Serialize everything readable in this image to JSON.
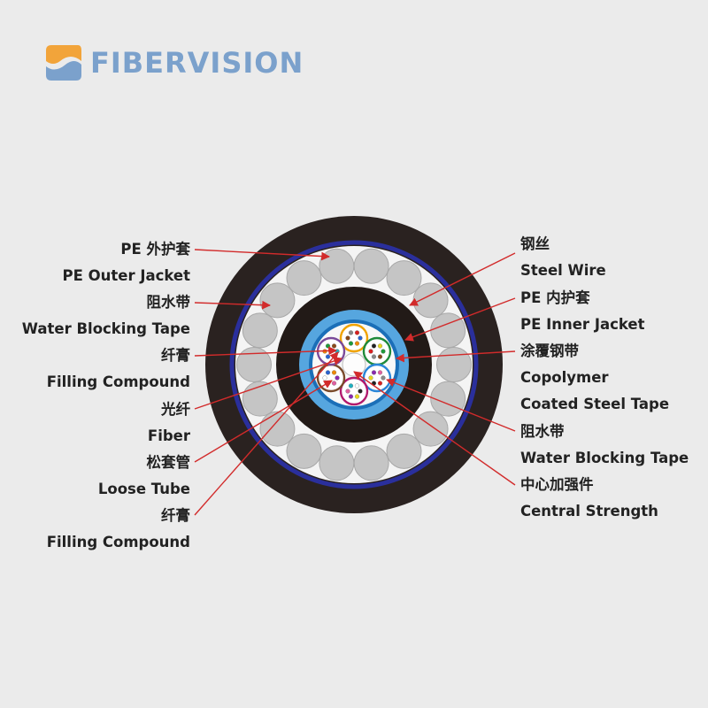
{
  "brand": {
    "name": "FIBERVISION"
  },
  "colors": {
    "background": "#ebebeb",
    "outer_jacket": "#2a2220",
    "water_blocking_tape": "#2a2f9c",
    "armor_band": "#f4f4f4",
    "steel_wire": "#c5c5c5",
    "inner_jacket": "#221a17",
    "coated_steel_tape": "#56a6df",
    "leader_line": "#d22b2b",
    "logo": "#7ba1cc",
    "logo_accent": "#f2a43a"
  },
  "left_labels": [
    {
      "zh": "PE 外护套",
      "en": "PE Outer Jacket"
    },
    {
      "zh": "阻水带",
      "en": "Water Blocking Tape"
    },
    {
      "zh": "纤膏",
      "en": "Filling Compound"
    },
    {
      "zh": "光纤",
      "en": "Fiber"
    },
    {
      "zh": "松套管",
      "en": "Loose Tube"
    },
    {
      "zh": "纤膏",
      "en": "Filling Compound"
    }
  ],
  "right_labels": [
    {
      "zh": "钢丝",
      "en": "Steel Wire"
    },
    {
      "zh": "PE 内护套",
      "en": "PE Inner Jacket"
    },
    {
      "zh": "涂覆钢带",
      "en": "Copolymer"
    },
    {
      "zh": "",
      "en": "Coated Steel Tape"
    },
    {
      "zh": "阻水带",
      "en": "Water Blocking Tape"
    },
    {
      "zh": "中心加强件",
      "en": "Central Strength"
    }
  ],
  "cable": {
    "steel_wire_count": 18,
    "loose_tube_count": 6,
    "fibers_per_tube": 6,
    "tube_colors": [
      "#f0a300",
      "#1f8a3a",
      "#2a86d8",
      "#b21a6d",
      "#7a4a2a",
      "#7a4a9a"
    ],
    "fiber_colors": [
      "#2a63d0",
      "#f08a00",
      "#1f9a3a",
      "#8a4a1a",
      "#8a8a8a",
      "#d82020",
      "#222222",
      "#e8d820",
      "#8a2ab0",
      "#e060a0",
      "#20b0c0",
      "#ffffff"
    ]
  }
}
